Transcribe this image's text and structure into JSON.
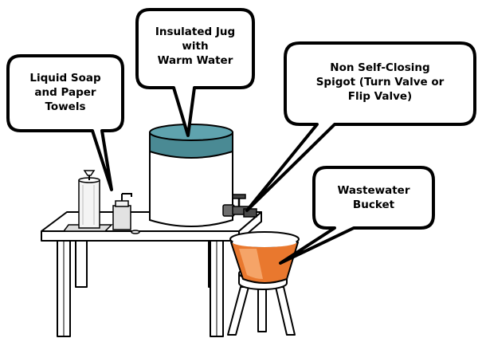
{
  "callouts": {
    "soap": {
      "lines": [
        "Liquid Soap",
        "and Paper",
        "Towels"
      ]
    },
    "jug": {
      "lines": [
        "Insulated Jug",
        "with",
        "Warm Water"
      ]
    },
    "spigot": {
      "lines": [
        "Non Self-Closing",
        "Spigot (Turn Valve or",
        "Flip Valve)"
      ]
    },
    "bucket": {
      "lines": [
        "Wastewater",
        "Bucket"
      ]
    }
  },
  "colors": {
    "jug_lid": "#4a8a94",
    "jug_lid_top": "#5fa3ae",
    "bucket_water": "#e9782e",
    "bucket_water_light": "#f5a468",
    "stroke": "#000000",
    "fill": "#ffffff"
  },
  "icons": [
    "paper-towel-roll-icon",
    "soap-dispenser-icon",
    "water-jug-icon",
    "spigot-icon",
    "bucket-icon",
    "stool-icon",
    "table-icon"
  ]
}
